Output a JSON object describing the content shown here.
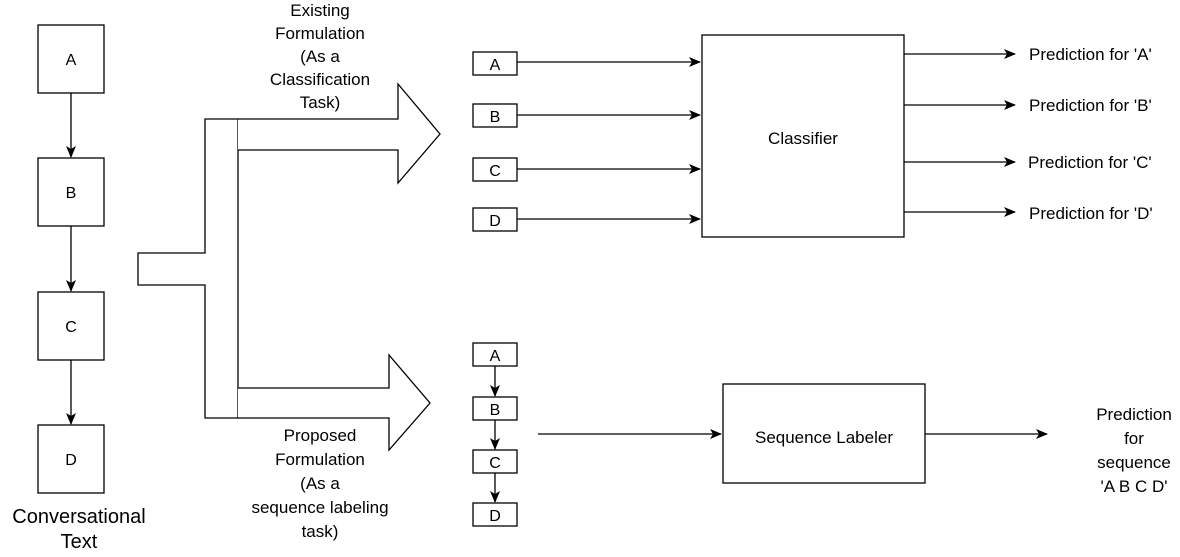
{
  "left_chain": {
    "nodes": [
      "A",
      "B",
      "C",
      "D"
    ],
    "caption_lines": [
      "Conversational",
      "Text"
    ]
  },
  "existing": {
    "caption_lines": [
      "Existing",
      "Formulation",
      "(As a",
      "Classification",
      "Task)"
    ],
    "inputs": [
      "A",
      "B",
      "C",
      "D"
    ],
    "model": "Classifier",
    "predictions": [
      "Prediction for 'A'",
      "Prediction for 'B'",
      "Prediction for 'C'",
      "Prediction for 'D'"
    ]
  },
  "proposed": {
    "caption_lines": [
      "Proposed",
      "Formulation",
      "(As a",
      "sequence labeling",
      "task)"
    ],
    "inputs": [
      "A",
      "B",
      "C",
      "D"
    ],
    "model": "Sequence Labeler",
    "prediction_lines": [
      "Prediction",
      "for",
      "sequence",
      "'A B C D'"
    ]
  }
}
